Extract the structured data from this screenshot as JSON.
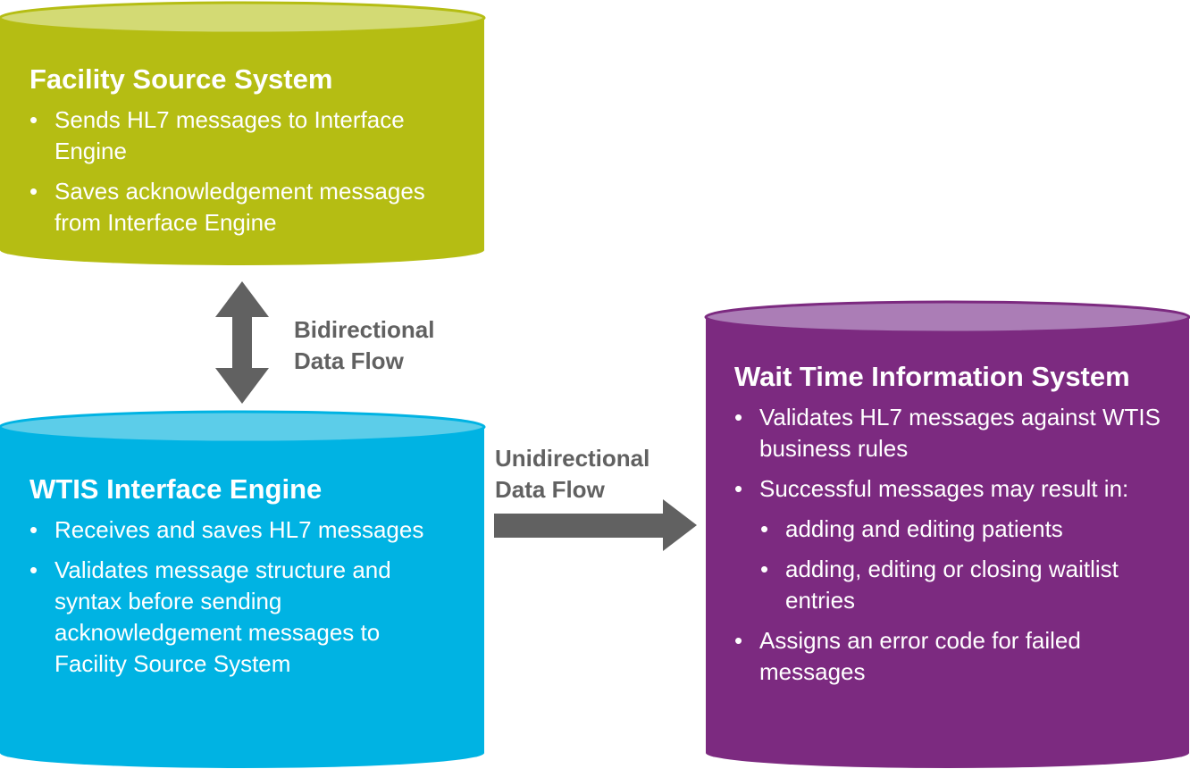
{
  "colors": {
    "facility": "#b5bd13",
    "facility_top": "#d3da74",
    "engine": "#00b3e3",
    "engine_top": "#5ccde9",
    "wtis": "#7c2a80",
    "wtis_top": "#ab7db6",
    "arrow": "#616161"
  },
  "facility": {
    "title": "Facility Source System",
    "bullets": [
      "Sends HL7 messages to Interface Engine",
      "Saves acknowledgement messages from Interface Engine"
    ]
  },
  "engine": {
    "title": "WTIS Interface Engine",
    "bullets": [
      "Receives and saves HL7 messages",
      "Validates message structure and syntax before sending acknowledgement messages to Facility Source System"
    ]
  },
  "wtis": {
    "title": "Wait Time Information System",
    "bullets": [
      "Validates HL7 messages against WTIS business rules",
      "Successful messages may result in:",
      "adding and editing patients",
      "adding, editing or closing waitlist entries",
      "Assigns an error code for failed messages"
    ]
  },
  "bidirectional": {
    "line1": "Bidirectional",
    "line2": "Data Flow"
  },
  "unidirectional": {
    "line1": "Unidirectional",
    "line2": "Data Flow"
  }
}
